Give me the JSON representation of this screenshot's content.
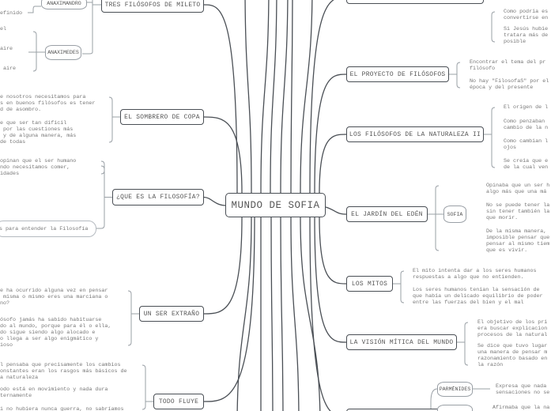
{
  "center": "MUNDO DE SOFIA",
  "branches": [
    {
      "label": "TRES FILÓSOFOS DE MILETO",
      "side": "left",
      "subnodes": [
        {
          "label": "ANAXIMANDRO",
          "notes": [
            "efinido"
          ]
        },
        {
          "label": "ANAXIMEDES",
          "notes": [
            "el",
            "aire",
            " aire"
          ]
        }
      ]
    },
    {
      "label": "EL SOMBRERO DE COPA",
      "side": "left",
      "notes": [
        "e nosotros necesitamos para\ns en buenos filósofos es tener\nd de asombro.",
        "e que ser tan difícil\n por las cuestiones más\n y de alguna manera, más\nde todas"
      ]
    },
    {
      "label": "¿QUE ES LA FILOSOFÍA?",
      "side": "left",
      "notes": [
        "opinan que el ser humano\nndo necesitamos comer,\nidades"
      ],
      "bubble": "s para entender la Filosofía"
    },
    {
      "label": "UN SER EXTRAÑO",
      "side": "left",
      "notes": [
        "e ha ocurrido alguna vez en pensar\n misma o mismo eres una marciana o\nno?",
        "ósofo jamás ha sabido habituarse\ndo al mundo, porque para él o ella,\ndo sigue siendo algo alocado e\no llega a ser algo enigmático y\nioso"
      ]
    },
    {
      "label": "TODO FLUYE",
      "side": "left",
      "notes": [
        "l pensaba que precisamente los cambios\nonstantes eran los rasgos más básicos de\na naturaleza",
        "odo está en movimiento y nada dura\nternamente",
        "i no hubiera nunca guerra, no sabríamos"
      ]
    },
    {
      "label": "",
      "side": "right",
      "notes": [
        "Como podría es\nconvertirse en",
        "Si Jesús hubie\ntratara más de\nposible"
      ]
    },
    {
      "label": "EL PROYECTO DE FILÓSOFOS",
      "side": "right",
      "notes": [
        "Encontrar el tema del pr\nfilósofo",
        "No hay \"FilosofaS\" por el\népoca y del presente"
      ]
    },
    {
      "label": "LOS FILÓSOFOS DE LA NATURALEZA II",
      "side": "right",
      "notes": [
        "El origen de l",
        "Como penzaban\ncambio de la n",
        "Como cambian l\nojos",
        "Se creía que e\nde la cual ven"
      ]
    },
    {
      "label": "EL JARDÍN DEL EDÉN",
      "side": "right",
      "subnodes": [
        {
          "label": "SOFIA"
        }
      ],
      "notes": [
        "Opinaba que un ser h\nalgo más que una má",
        "No se puede tener la\nsin tener también la\nque morir.",
        "De la misma manera,\nimposible pensar que\npensar al mismo tiem\nque es vivir."
      ]
    },
    {
      "label": "LOS MITOS",
      "side": "right",
      "notes": [
        "El mito intenta dar a los seres humanos\nrespuestas a algo que no entienden.",
        "Los seres humanos tenían la sensación de\nque había un delicado equilibrio de poder\nentre las fuerzas del bien y el mal"
      ]
    },
    {
      "label": "LA VISIÓN MÍTICA DEL MUNDO",
      "side": "right",
      "notes": [
        "El objetivo de los pri\nera buscar explicacion\nprocesos de la natural",
        "Se dice que tuvo lugar\nuna manera de pensar m\nrazonamiento basado en\nla razón"
      ]
    },
    {
      "label": "",
      "side": "right",
      "subnodes": [
        {
          "label": "PARMÉNIDES",
          "notes": [
            "Expresa que nada\nsensaciones no se"
          ]
        },
        {
          "label": "",
          "notes": [
            "Afirmaba que la na"
          ]
        }
      ]
    }
  ],
  "colors": {
    "line": "#4a4f55",
    "sub_line": "#9aa0a6",
    "text": "#777777"
  }
}
